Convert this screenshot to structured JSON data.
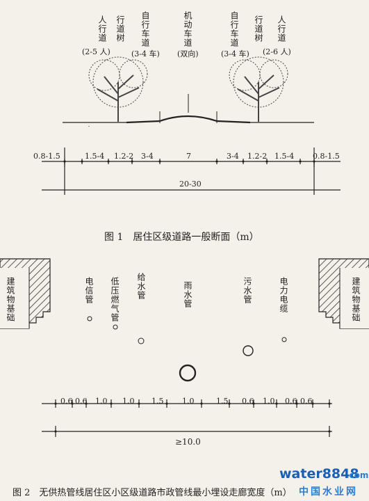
{
  "figure1": {
    "lanes": [
      {
        "name": "人行道",
        "note": "(2-5 人)"
      },
      {
        "name": "行道树",
        "note": ""
      },
      {
        "name": "自行车道",
        "note": "(3-4 车)"
      },
      {
        "name": "机动车道",
        "note": "(双向)"
      },
      {
        "name": "自行车道",
        "note": "(3-4 车)"
      },
      {
        "name": "行道树",
        "note": ""
      },
      {
        "name": "人行道",
        "note": "(2-6 人)"
      }
    ],
    "widths": [
      "0.8-1.5",
      "1.5-4",
      "1.2-2",
      "3-4",
      "7",
      "3-4",
      "1.2-2",
      "1.5-4",
      "0.8-1.5"
    ],
    "total": "20-30",
    "caption": "图 1　居住区级道路一般断面（m）"
  },
  "figure2": {
    "building_label": "建筑物基础",
    "pipes": [
      "电信管",
      "低压燃气管",
      "给水管",
      "雨水管",
      "污水管",
      "电力电缆"
    ],
    "widths": [
      "0.6",
      "0.6",
      "1.0",
      "1.0",
      "1.5",
      "1.0",
      "1.5",
      "0.6",
      "1.0",
      "0.6",
      "0.6"
    ],
    "total": "≥10.0",
    "caption": "图 2　无供热管线居住区小区级道路市政管线最小埋设走廊宽度（m）"
  },
  "watermark": {
    "brand": "water8848",
    "domain": ".com",
    "cn": "中国水业网"
  }
}
